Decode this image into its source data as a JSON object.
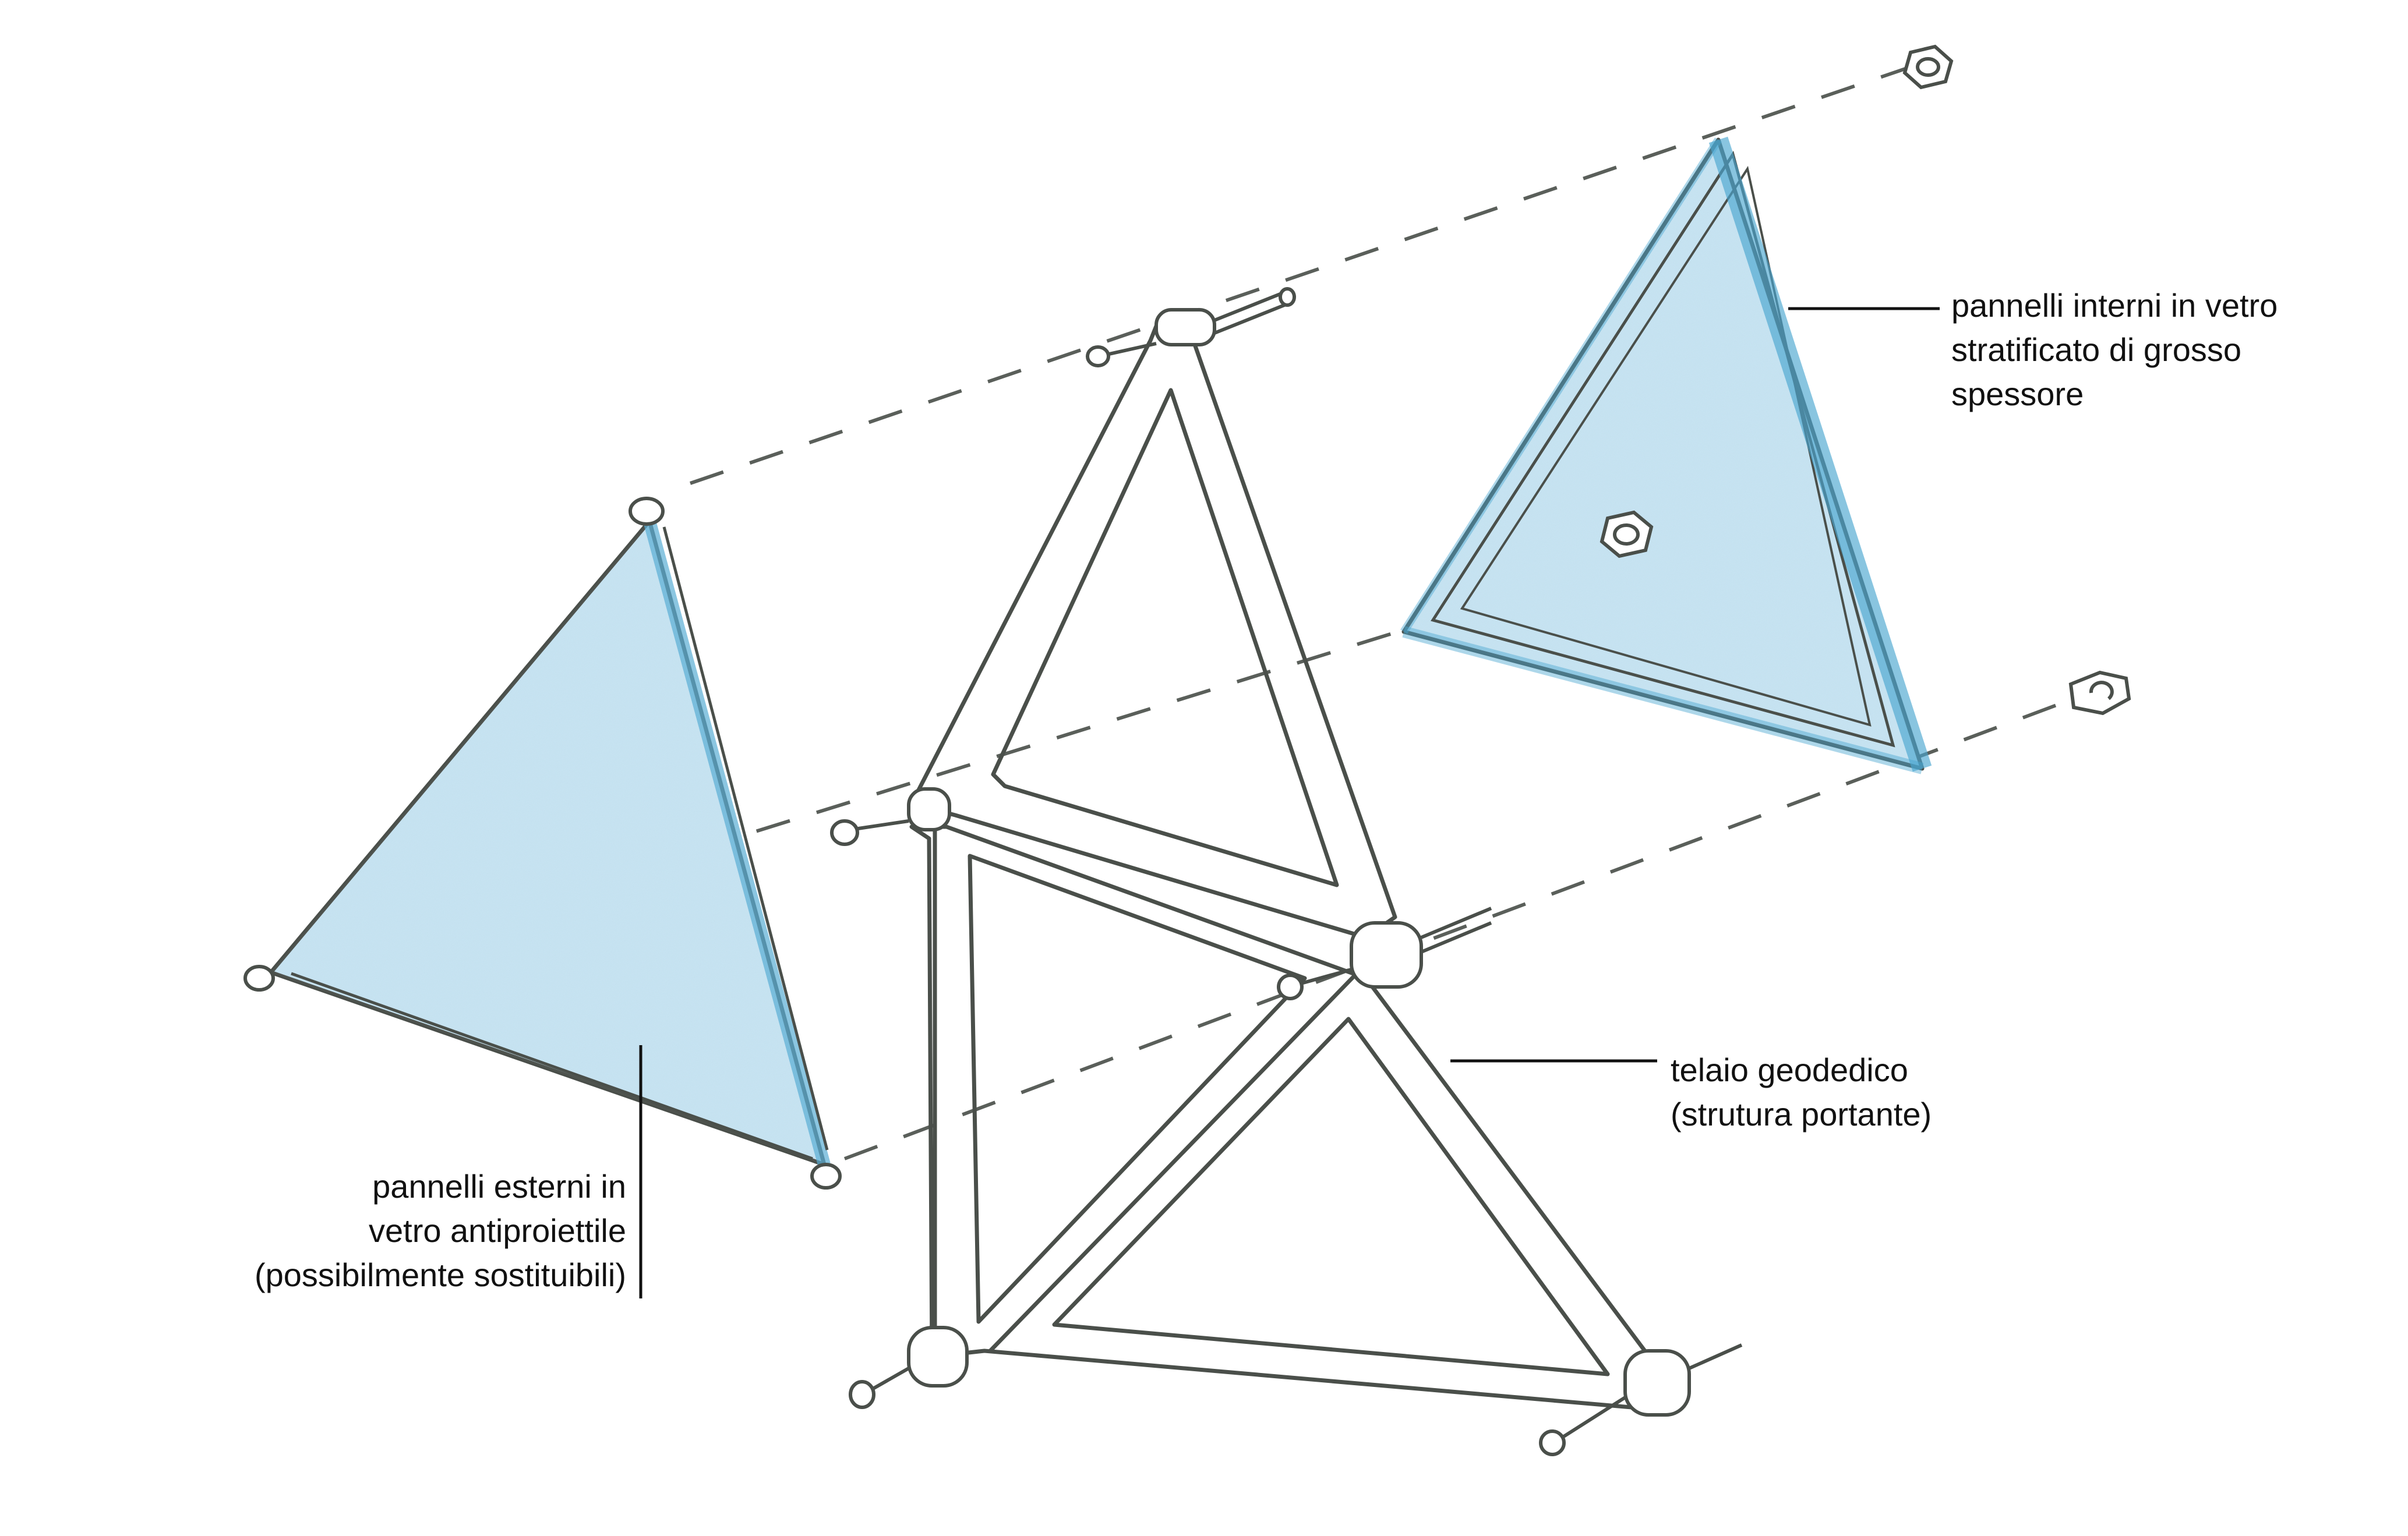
{
  "labels": {
    "inner_panels": {
      "line1": "pannelli interni in vetro",
      "line2": "stratificato di grosso",
      "line3": "spessore"
    },
    "frame": {
      "line1": "telaio geodedico",
      "line2": "(strutura portante)"
    },
    "outer_panels": {
      "line1": "pannelli esterni in",
      "line2": "vetro antiproiettile",
      "line3": "(possibilmente sostituibili)"
    }
  },
  "colors": {
    "glass": "#bfe0f0",
    "glass_edge": "#5aaed4",
    "pencil": "#4a4f4a",
    "leader": "#111111"
  }
}
